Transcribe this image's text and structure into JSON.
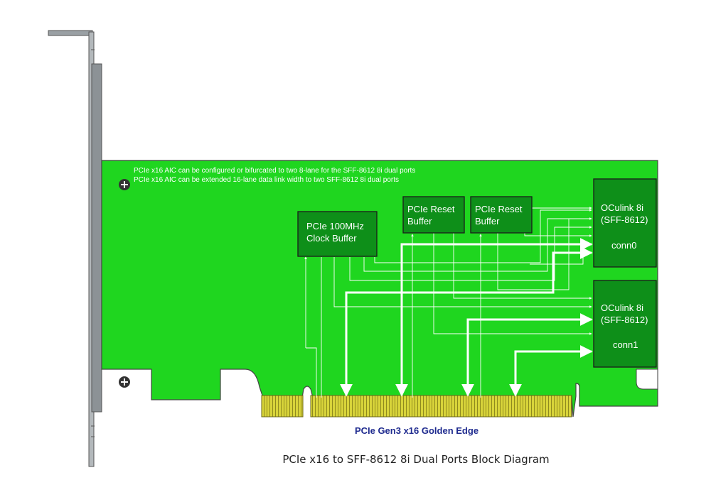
{
  "notes": {
    "line1": "PCIe x16 AIC can be configured or bifurcated to two 8-lane for the SFF-8612 8i dual ports",
    "line2": "PCIe x16 AIC can be extended 16-lane data link width to two SFF-8612 8i dual ports"
  },
  "blocks": {
    "clock_buffer": [
      "PCIe 100MHz",
      "Clock Buffer"
    ],
    "reset_buffer_1": [
      "PCIe Reset",
      "Buffer"
    ],
    "reset_buffer_2": [
      "PCIe Reset",
      "Buffer"
    ]
  },
  "connectors": {
    "conn0": {
      "line1": "OCulink 8i",
      "line2": "(SFF-8612)",
      "name": "conn0"
    },
    "conn1": {
      "line1": "OCulink 8i",
      "line2": "(SFF-8612)",
      "name": "conn1"
    }
  },
  "edge_label": "PCIe Gen3 x16 Golden Edge",
  "caption": "PCIe x16 to SFF-8612 8i Dual Ports Block Diagram",
  "colors": {
    "pcb": "#1fd61f",
    "pcb_outline": "#444444",
    "gold_finger": "#d8d43a",
    "bracket": "#9aa0a4",
    "edge_label": "#1f2b8f"
  }
}
